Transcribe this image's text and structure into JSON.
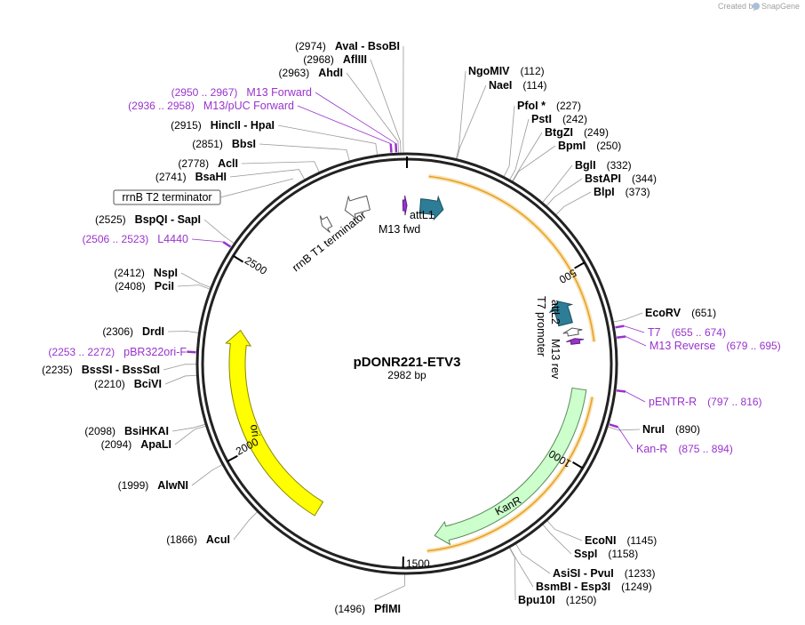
{
  "plasmid": {
    "name": "pDONR221-ETV3",
    "size_text": "2982 bp",
    "length": 2982
  },
  "credit": {
    "created_by": "Created by",
    "brand": "SnapGene"
  },
  "colors": {
    "backbone": "#222222",
    "primer": "#9933cc",
    "att": "#2e7d96",
    "ori": "#ffff00",
    "kanr": "#ccffcc",
    "orf_line": "#e8a020"
  },
  "ticks": [
    {
      "pos": 500,
      "label": "500"
    },
    {
      "pos": 1000,
      "label": "1000"
    },
    {
      "pos": 1500,
      "label": "1500"
    },
    {
      "pos": 2000,
      "label": "2000"
    },
    {
      "pos": 2500,
      "label": "2500"
    }
  ],
  "sites_right": [
    {
      "name": "NgoMIV",
      "pos": "(112)",
      "site": 112
    },
    {
      "name": "NaeI",
      "pos": "(114)",
      "site": 114
    },
    {
      "name": "PfoI *",
      "pos": "(227)",
      "site": 227
    },
    {
      "name": "PstI",
      "pos": "(242)",
      "site": 242
    },
    {
      "name": "BtgZI",
      "pos": "(249)",
      "site": 249
    },
    {
      "name": "BpmI",
      "pos": "(250)",
      "site": 250
    },
    {
      "name": "BglI",
      "pos": "(332)",
      "site": 332
    },
    {
      "name": "BstAPI",
      "pos": "(344)",
      "site": 344
    },
    {
      "name": "BlpI",
      "pos": "(373)",
      "site": 373
    },
    {
      "name": "EcoRV",
      "pos": "(651)",
      "site": 651
    },
    {
      "name": "NruI",
      "pos": "(890)",
      "site": 890
    },
    {
      "name": "EcoNI",
      "pos": "(1145)",
      "site": 1145
    },
    {
      "name": "SspI",
      "pos": "(1158)",
      "site": 1158
    },
    {
      "name": "AsiSI - PvuI",
      "pos": "(1233)",
      "site": 1233
    },
    {
      "name": "BsmBI - Esp3I",
      "pos": "(1249)",
      "site": 1249
    },
    {
      "name": "Bpu10I",
      "pos": "(1250)",
      "site": 1250
    }
  ],
  "sites_left": [
    {
      "pos": "(2974)",
      "name": "AvaI - BsoBI",
      "site": 2974
    },
    {
      "pos": "(2968)",
      "name": "AflIII",
      "site": 2968
    },
    {
      "pos": "(2963)",
      "name": "AhdI",
      "site": 2963
    },
    {
      "pos": "(2915)",
      "name": "HincII - HpaI",
      "site": 2915
    },
    {
      "pos": "(2851)",
      "name": "BbsI",
      "site": 2851
    },
    {
      "pos": "(2778)",
      "name": "AclI",
      "site": 2778
    },
    {
      "pos": "(2741)",
      "name": "BsaHI",
      "site": 2741
    },
    {
      "pos": "(2525)",
      "name": "BspQI - SapI",
      "site": 2525
    },
    {
      "pos": "(2412)",
      "name": "NspI",
      "site": 2412
    },
    {
      "pos": "(2408)",
      "name": "PciI",
      "site": 2408
    },
    {
      "pos": "(2306)",
      "name": "DrdI",
      "site": 2306
    },
    {
      "pos": "(2235)",
      "name": "BssSI - BssSαI",
      "site": 2235
    },
    {
      "pos": "(2210)",
      "name": "BciVI",
      "site": 2210
    },
    {
      "pos": "(2098)",
      "name": "BsiHKAI",
      "site": 2098
    },
    {
      "pos": "(2094)",
      "name": "ApaLI",
      "site": 2094
    },
    {
      "pos": "(1999)",
      "name": "AlwNI",
      "site": 1999
    },
    {
      "pos": "(1866)",
      "name": "AcuI",
      "site": 1866
    },
    {
      "pos": "(1496)",
      "name": "PflMI",
      "site": 1496
    }
  ],
  "primers_right": [
    {
      "name": "T7",
      "pos": "(655 .. 674)",
      "site": 664
    },
    {
      "name": "M13 Reverse",
      "pos": "(679 .. 695)",
      "site": 687
    },
    {
      "name": "pENTR-R",
      "pos": "(797 .. 816)",
      "site": 806
    },
    {
      "name": "Kan-R",
      "pos": "(875 .. 894)",
      "site": 884
    }
  ],
  "primers_left": [
    {
      "pos": "(2950 .. 2967)",
      "name": "M13 Forward",
      "site": 2958
    },
    {
      "pos": "(2936 .. 2958)",
      "name": "M13/pUC Forward",
      "site": 2947
    },
    {
      "pos": "(2506 .. 2523)",
      "name": "L4440",
      "site": 2514
    },
    {
      "pos": "(2253 .. 2272)",
      "name": "pBR322ori-F",
      "site": 2262
    }
  ],
  "features": {
    "rrnb_t2_box": "rrnB T2 terminator",
    "rrnb_t1": "rrnB T1 terminator",
    "attl1": "attL1",
    "m13_fwd": "M13 fwd",
    "attl2": "attL2",
    "t7_promoter": "T7 promoter",
    "m13_rev": "M13 rev",
    "kanr": "KanR",
    "ori": "ori"
  }
}
